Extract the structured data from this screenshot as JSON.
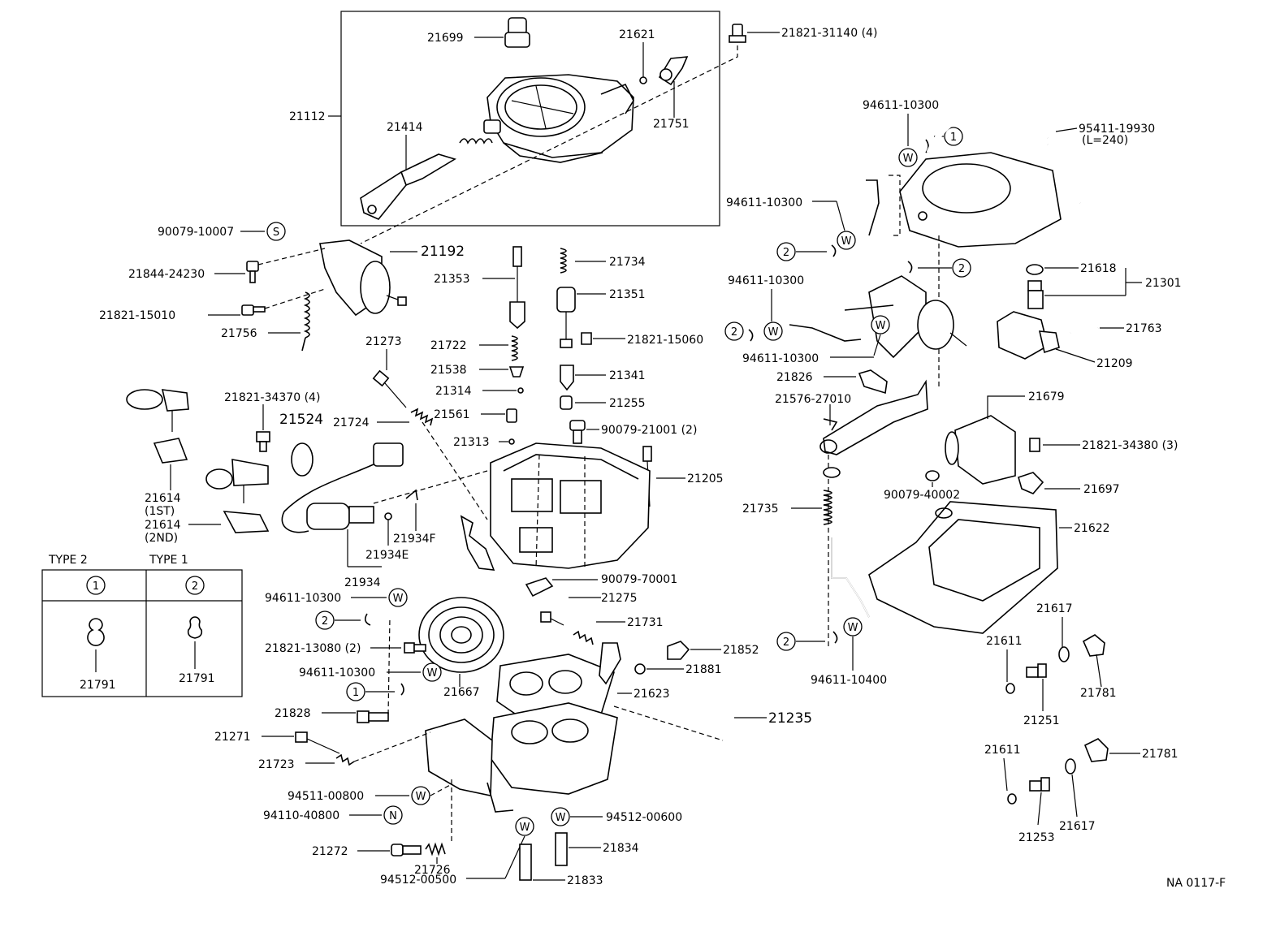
{
  "diagram_code": "NA  0117-F",
  "type_table": {
    "type2_label": "TYPE 2",
    "type1_label": "TYPE 1",
    "col1_symbol": "1",
    "col2_symbol": "2",
    "part_left": "21791",
    "part_right": "21791"
  },
  "symbols": {
    "washer": "W",
    "snap": "S",
    "nut": "N",
    "clip1": "1",
    "clip2": "2"
  },
  "parts": {
    "p21699": "21699",
    "p21621": "21621",
    "p21821_31140": "21821-31140 (4)",
    "p21112": "21112",
    "p21414": "21414",
    "p21751": "21751",
    "p94611_a": "94611-10300",
    "p95411": "95411-19930",
    "p95411_len": "(L=240)",
    "p94611_b": "94611-10300",
    "p90079_10007": "90079-10007",
    "p21192": "21192",
    "p21844": "21844-24230",
    "p21821_15010": "21821-15010",
    "p21756": "21756",
    "p21353": "21353",
    "p21734": "21734",
    "p21351": "21351",
    "p21722": "21722",
    "p21821_15060": "21821-15060",
    "p21538": "21538",
    "p21314": "21314",
    "p21341": "21341",
    "p21255": "21255",
    "p21561": "21561",
    "p90079_21001": "90079-21001 (2)",
    "p21313": "21313",
    "p21205": "21205",
    "p21273": "21273",
    "p21724": "21724",
    "p21821_34370": "21821-34370 (4)",
    "p21524": "21524",
    "p21614_1st": "21614",
    "p21614_1st_sub": "(1ST)",
    "p21614_2nd": "21614",
    "p21614_2nd_sub": "(2ND)",
    "p21934f": "21934F",
    "p21934e": "21934E",
    "p21934": "21934",
    "p94611_c": "94611-10300",
    "p90079_70001": "90079-70001",
    "p21275": "21275",
    "p21731": "21731",
    "p21821_13080": "21821-13080 (2)",
    "p21852": "21852",
    "p21881": "21881",
    "p94611_d": "94611-10300",
    "p21667": "21667",
    "p21623": "21623",
    "p21828": "21828",
    "p21235": "21235",
    "p21271": "21271",
    "p21723": "21723",
    "p94511": "94511-00800",
    "p94110": "94110-40800",
    "p94512_600": "94512-00600",
    "p21272": "21272",
    "p21726": "21726",
    "p21834": "21834",
    "p94512_500": "94512-00500",
    "p21833": "21833",
    "p94611_e": "94611-10300",
    "p94611_f": "94611-10300",
    "p21618": "21618",
    "p21301": "21301",
    "p21763": "21763",
    "p21209": "21209",
    "p21826": "21826",
    "p21576": "21576-27010",
    "p21679": "21679",
    "p21821_34380": "21821-34380 (3)",
    "p90079_40002": "90079-40002",
    "p21697": "21697",
    "p21735": "21735",
    "p21622": "21622",
    "p21617_a": "21617",
    "p21611_a": "21611",
    "p21781_a": "21781",
    "p21251": "21251",
    "p94611_10400": "94611-10400",
    "p21611_b": "21611",
    "p21781_b": "21781",
    "p21617_b": "21617",
    "p21253": "21253"
  }
}
